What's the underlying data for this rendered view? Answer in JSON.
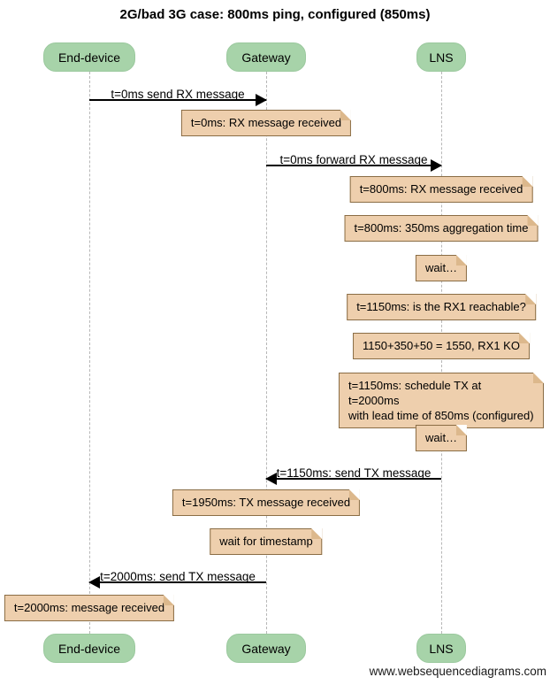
{
  "title": "2G/bad 3G case: 800ms ping, configured (850ms)",
  "watermark": "www.websequencediagrams.com",
  "actors": [
    {
      "label": "End-device"
    },
    {
      "label": "Gateway"
    },
    {
      "label": "LNS"
    }
  ],
  "messages": [
    {
      "label": "t=0ms send RX message",
      "from": "End-device",
      "to": "Gateway"
    },
    {
      "label": "t=0ms forward RX message",
      "from": "Gateway",
      "to": "LNS"
    },
    {
      "label": "t=1150ms: send TX message",
      "from": "LNS",
      "to": "Gateway"
    },
    {
      "label": "t=2000ms: send TX message",
      "from": "Gateway",
      "to": "End-device"
    }
  ],
  "notes": [
    {
      "text": "t=0ms: RX message received",
      "over": "Gateway"
    },
    {
      "text": "t=800ms: RX message received",
      "over": "LNS"
    },
    {
      "text": "t=800ms: 350ms aggregation time",
      "over": "LNS"
    },
    {
      "text": "wait…",
      "over": "LNS"
    },
    {
      "text": "t=1150ms: is the RX1 reachable?",
      "over": "LNS"
    },
    {
      "text": "1150+350+50 = 1550, RX1 KO",
      "over": "LNS"
    },
    {
      "text": "t=1150ms: schedule TX at t=2000ms\nwith lead time of 850ms (configured)",
      "over": "LNS"
    },
    {
      "text": "wait…",
      "over": "LNS"
    },
    {
      "text": "t=1950ms: TX message received",
      "over": "Gateway"
    },
    {
      "text": "wait for timestamp",
      "over": "Gateway"
    },
    {
      "text": "t=2000ms: message received",
      "over": "End-device"
    }
  ],
  "colors": {
    "actor_fill": "#a7d3a9",
    "note_fill": "#eecfad",
    "note_border": "#8a6d45",
    "note_fold": "#dcb88c",
    "lifeline": "#b7b7b7",
    "arrow": "#000000",
    "background": "#ffffff"
  }
}
